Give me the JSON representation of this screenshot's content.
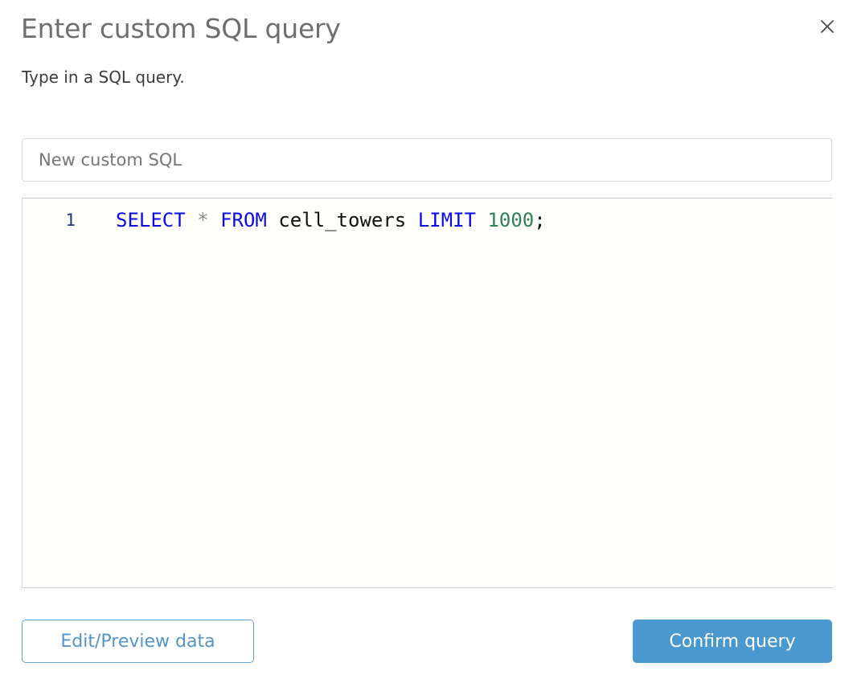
{
  "dialog": {
    "title": "Enter custom SQL query",
    "subtitle": "Type in a SQL query.",
    "close_icon": "close-icon"
  },
  "name_field": {
    "value": "New custom SQL",
    "placeholder": "New custom SQL"
  },
  "editor": {
    "line_number": "1",
    "query": "SELECT * FROM cell_towers LIMIT 1000;",
    "tokens": [
      {
        "text": "SELECT",
        "type": "keyword"
      },
      {
        "text": " ",
        "type": "plain"
      },
      {
        "text": "*",
        "type": "operator"
      },
      {
        "text": " ",
        "type": "plain"
      },
      {
        "text": "FROM",
        "type": "keyword"
      },
      {
        "text": " ",
        "type": "plain"
      },
      {
        "text": "cell_towers",
        "type": "identifier"
      },
      {
        "text": " ",
        "type": "plain"
      },
      {
        "text": "LIMIT",
        "type": "keyword"
      },
      {
        "text": " ",
        "type": "plain"
      },
      {
        "text": "1000",
        "type": "number"
      },
      {
        "text": ";",
        "type": "punct"
      }
    ],
    "token_text": {
      "select": "SELECT",
      "star": "*",
      "from": "FROM",
      "table": "cell_towers",
      "limit": "LIMIT",
      "number": "1000",
      "semicolon": ";",
      "sp1": " ",
      "sp2": " ",
      "sp3": " ",
      "sp4": " ",
      "sp5": " "
    }
  },
  "footer": {
    "secondary_label": "Edit/Preview data",
    "primary_label": "Confirm query"
  },
  "colors": {
    "primary": "#4a98d0",
    "secondary_text": "#5394c9",
    "keyword": "#0a0ae8",
    "number": "#2f8156",
    "line_number": "#1f3a7a",
    "editor_bg": "#fffffb"
  }
}
